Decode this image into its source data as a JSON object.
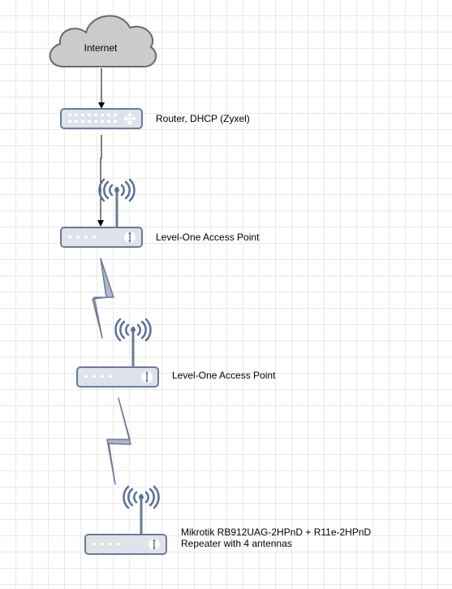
{
  "internet": {
    "label": "Internet"
  },
  "router": {
    "label": "Router, DHCP (Zyxel)"
  },
  "access_point_1": {
    "label": "Level-One Access Point"
  },
  "access_point_2": {
    "label": "Level-One Access Point"
  },
  "repeater": {
    "label_line1": "Mikrotik RB912UAG-2HPnD + R11e-2HPnD",
    "label_line2": "Repeater with 4 antennas"
  },
  "colors": {
    "device_fill": "#dfe2ea",
    "device_stroke": "#6b7a96",
    "cloud_fill": "#cbcbcb",
    "cloud_stroke": "#6a6a6a",
    "wireless_fill": "#b0b8c8",
    "antenna_wave": "#5a6f97",
    "connector": "#000000"
  }
}
